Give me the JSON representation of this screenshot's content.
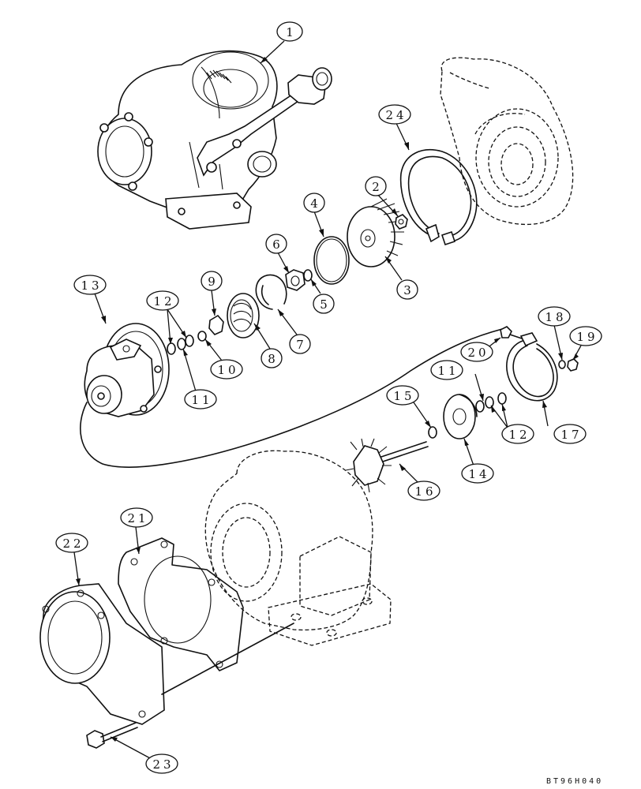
{
  "callouts": {
    "c1": "1",
    "c2": "2",
    "c3": "3",
    "c4": "4",
    "c5": "5",
    "c6": "6",
    "c7": "7",
    "c8": "8",
    "c9": "9",
    "c10": "10",
    "c11a": "11",
    "c11b": "11",
    "c12a": "12",
    "c12b": "12",
    "c13": "13",
    "c14": "14",
    "c15": "15",
    "c16": "16",
    "c17": "17",
    "c18": "18",
    "c19": "19",
    "c20": "20",
    "c21": "21",
    "c22": "22",
    "c23": "23",
    "c24": "24"
  },
  "drawing_code": "BT96H040",
  "colors": {
    "ink": "#111111",
    "paper": "#ffffff"
  }
}
